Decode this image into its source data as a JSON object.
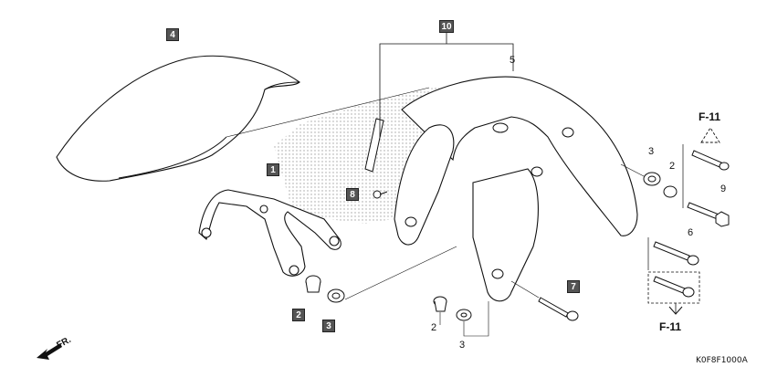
{
  "callouts": {
    "part_1": "1",
    "part_2_box": "2",
    "part_2": "2",
    "part_2_right": "2",
    "part_3_box": "3",
    "part_3": "3",
    "part_3_right": "3",
    "part_4": "4",
    "part_5": "5",
    "part_6": "6",
    "part_7": "7",
    "part_8": "8",
    "part_9": "9",
    "part_10": "10"
  },
  "references": {
    "ref_top": "F-11",
    "ref_bottom": "F-11"
  },
  "direction_label": "FR.",
  "drawing_code": "K0F8F1000A",
  "colors": {
    "line": "#111111",
    "label_box": "#555555",
    "hatch": "#8a8a8a"
  }
}
